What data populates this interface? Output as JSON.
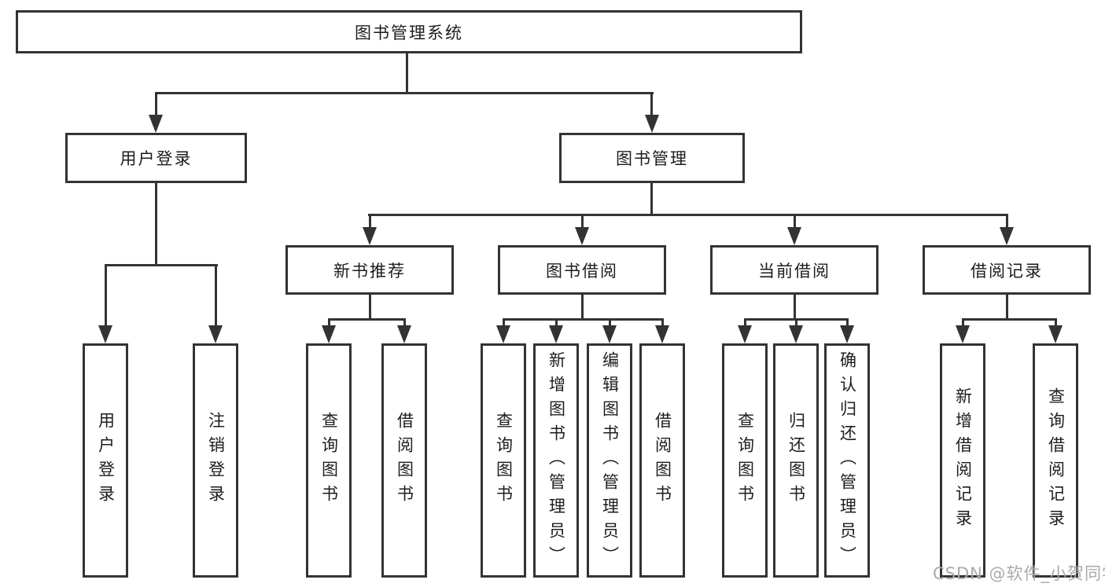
{
  "diagram": {
    "root": {
      "label": "图书管理系统"
    },
    "level1": [
      {
        "label": "用户登录"
      },
      {
        "label": "图书管理"
      }
    ],
    "level2": [
      {
        "label": "新书推荐"
      },
      {
        "label": "图书借阅"
      },
      {
        "label": "当前借阅"
      },
      {
        "label": "借阅记录"
      }
    ],
    "leaves": {
      "user_login": [
        {
          "label": "用户登录"
        },
        {
          "label": "注销登录"
        }
      ],
      "new_book": [
        {
          "label": "查询图书"
        },
        {
          "label": "借阅图书"
        }
      ],
      "book_borrow": [
        {
          "label": "查询图书"
        },
        {
          "label": "新增图书（管理员）"
        },
        {
          "label": "编辑图书（管理员）"
        },
        {
          "label": "借阅图书"
        }
      ],
      "current_borrow": [
        {
          "label": "查询图书"
        },
        {
          "label": "归还图书"
        },
        {
          "label": "确认归还（管理员）"
        }
      ],
      "borrow_record": [
        {
          "label": "新增借阅记录"
        },
        {
          "label": "查询借阅记录"
        }
      ]
    },
    "watermark": "CSDN @软件_小贺同学",
    "colors": {
      "line": "#333333",
      "text": "#1d1d1d",
      "background": "#ffffff",
      "watermark": "#aaaaaa"
    }
  }
}
